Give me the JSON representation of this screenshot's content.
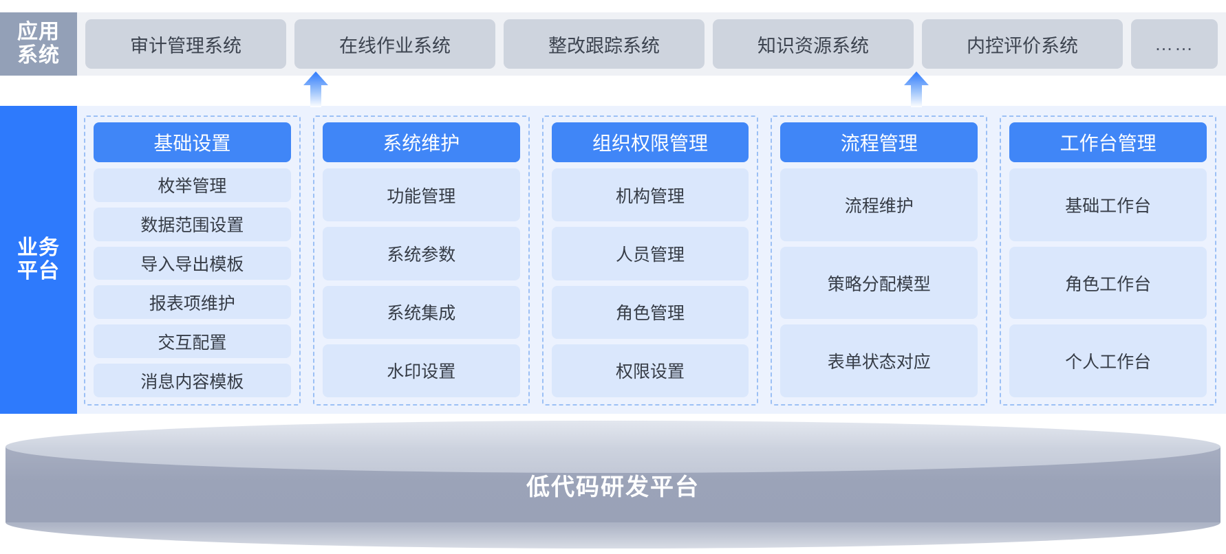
{
  "diagram": {
    "type": "architecture-layers",
    "app_layer": {
      "label_lines": [
        "应用",
        "系统"
      ],
      "label_bg": "#93a0b7",
      "card_bg": "#ced4de",
      "cards": [
        "审计管理系统",
        "在线作业系统",
        "整改跟踪系统",
        "知识资源系统",
        "内控评价系统",
        "……"
      ]
    },
    "connectors": [
      {
        "name": "arrow-up-left",
        "direction": "up",
        "color_top": "#2e7afc",
        "color_bottom": "#ffffff"
      },
      {
        "name": "arrow-up-right",
        "direction": "up",
        "color_top": "#2e7afc",
        "color_bottom": "#ffffff"
      }
    ],
    "business_layer": {
      "label_lines": [
        "业务",
        "平台"
      ],
      "label_bg": "#2e7afc",
      "band_bg": "#ecf2fe",
      "header_bg": "#4086f7",
      "item_bg": "#dae7fc",
      "columns": [
        {
          "title": "基础设置",
          "items": [
            "枚举管理",
            "数据范围设置",
            "导入导出模板",
            "报表项维护",
            "交互配置",
            "消息内容模板"
          ]
        },
        {
          "title": "系统维护",
          "items": [
            "功能管理",
            "系统参数",
            "系统集成",
            "水印设置"
          ]
        },
        {
          "title": "组织权限管理",
          "items": [
            "机构管理",
            "人员管理",
            "角色管理",
            "权限设置"
          ]
        },
        {
          "title": "流程管理",
          "items": [
            "流程维护",
            "策略分配模型",
            "表单状态对应"
          ]
        },
        {
          "title": "工作台管理",
          "items": [
            "基础工作台",
            "角色工作台",
            "个人工作台"
          ]
        }
      ]
    },
    "foundation": {
      "label": "低代码研发平台",
      "shape": "cylinder",
      "color": "#9aa2b7"
    }
  }
}
